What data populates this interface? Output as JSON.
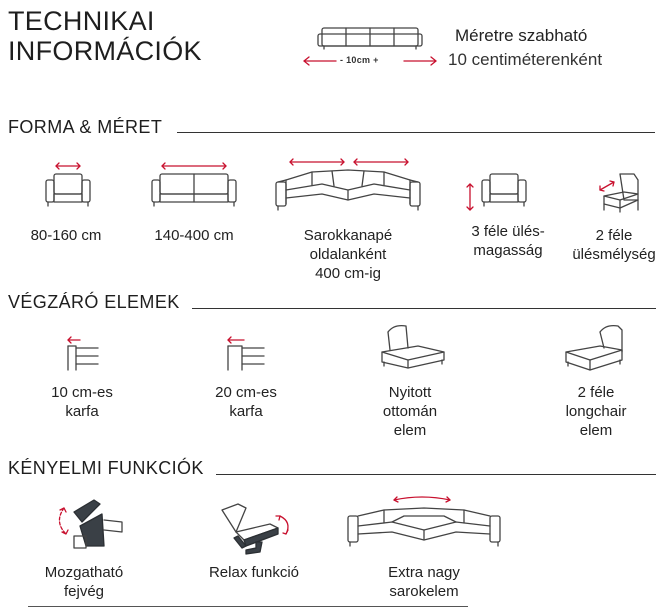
{
  "header": {
    "title_line1": "TECHNIKAI",
    "title_line2": "INFORMÁCIÓK",
    "custom_line1": "Méretre szabható",
    "custom_line2": "10 centiméterenként",
    "step_label": "- 10cm +"
  },
  "sections": {
    "shape": {
      "title": "FORMA & MÉRET",
      "items": [
        {
          "label_lines": [
            "80-160 cm"
          ]
        },
        {
          "label_lines": [
            "140-400 cm"
          ]
        },
        {
          "label_lines": [
            "Sarokkanapé",
            "oldalanként",
            "400 cm-ig"
          ]
        },
        {
          "label_lines": [
            "3 féle ülés-",
            "magasság"
          ]
        },
        {
          "label_lines": [
            "2 féle",
            "ülésmélység"
          ]
        }
      ]
    },
    "end": {
      "title": "VÉGZÁRÓ ELEMEK",
      "items": [
        {
          "label_lines": [
            "10 cm-es",
            "karfa"
          ]
        },
        {
          "label_lines": [
            "20 cm-es",
            "karfa"
          ]
        },
        {
          "label_lines": [
            "Nyitott",
            "ottomán",
            "elem"
          ]
        },
        {
          "label_lines": [
            "2 féle",
            "longchair",
            "elem"
          ]
        }
      ]
    },
    "comfort": {
      "title": "KÉNYELMI FUNKCIÓK",
      "items": [
        {
          "label_lines": [
            "Mozgatható",
            "fejvég"
          ]
        },
        {
          "label_lines": [
            "Relax funkció"
          ]
        },
        {
          "label_lines": [
            "Extra nagy",
            "sarokelem"
          ]
        }
      ]
    }
  },
  "colors": {
    "accent": "#c8102e",
    "line": "#444444",
    "text": "#222222"
  },
  "icons": [
    "sofa-width-icon",
    "armchair-icon",
    "three-seat-sofa-icon",
    "corner-sofa-icon",
    "seat-height-icon",
    "seat-depth-icon",
    "armrest-10cm-icon",
    "armrest-20cm-icon",
    "ottoman-icon",
    "longchair-icon",
    "adjustable-headrest-icon",
    "relax-icon",
    "corner-element-icon"
  ]
}
